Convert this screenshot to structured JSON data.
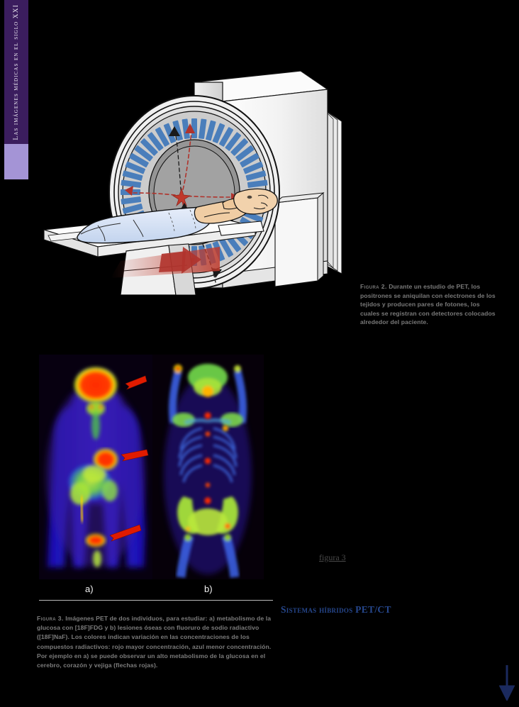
{
  "sidebar": {
    "title": "Las imágenes médicas en el siglo XXI",
    "band_color": "#3b1d5e",
    "accent_color": "#a494d6"
  },
  "figure2": {
    "label": "Figura 2.",
    "caption": " Durante un estudio de PET, los positrones se aniquilan con electrones de los tejidos y producen pares de fotones, los cuales se registran con detectores colocados alrededor del paciente.",
    "illustration_name": "pet-scanner-gantry-with-patient"
  },
  "figure3": {
    "label": "Figura 3.",
    "caption": " Imágenes PET de dos individuos, para estudiar: a) metabolismo de la glucosa con [18F]FDG y b) lesiones óseas con fluoruro de sodio radiactivo ([18F]NaF). Los colores indican variación en las concentraciones de los compuestos radiactivos: rojo mayor concentración, azul menor concentración. Por ejemplo en a) se puede observar un alto metabolismo de la glucosa en el cerebro, corazón y vejiga (flechas rojas).",
    "panel_a_label": "a)",
    "panel_b_label": "b)",
    "panel_a_name": "pet-fdg-whole-body-scan",
    "panel_b_name": "pet-naf-bone-scan"
  },
  "body": {
    "figura_link": "figura 3",
    "section_heading": "Sistemas híbridos PET/CT",
    "heading_color": "#26478d",
    "link_color": "#4a4a4a"
  },
  "navigation": {
    "next_page_arrow": "down-arrow",
    "arrow_color": "#1b2a5e"
  }
}
